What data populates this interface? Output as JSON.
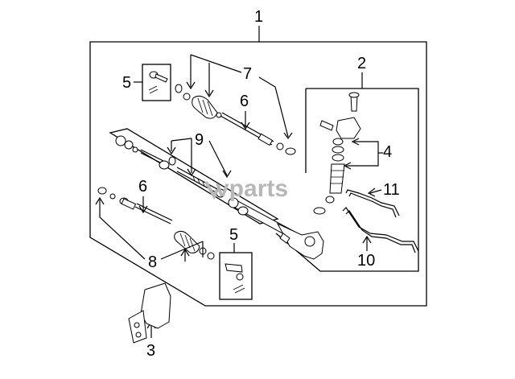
{
  "callouts": {
    "c1": "1",
    "c2": "2",
    "c3": "3",
    "c4": "4",
    "c5a": "5",
    "c5b": "5",
    "c6a": "6",
    "c6b": "6",
    "c7": "7",
    "c8": "8",
    "c9": "9",
    "c10": "10",
    "c11": "11"
  },
  "watermark": "vparts",
  "colors": {
    "line": "#000000",
    "watermark": "#b7b7b7",
    "background": "#ffffff"
  }
}
